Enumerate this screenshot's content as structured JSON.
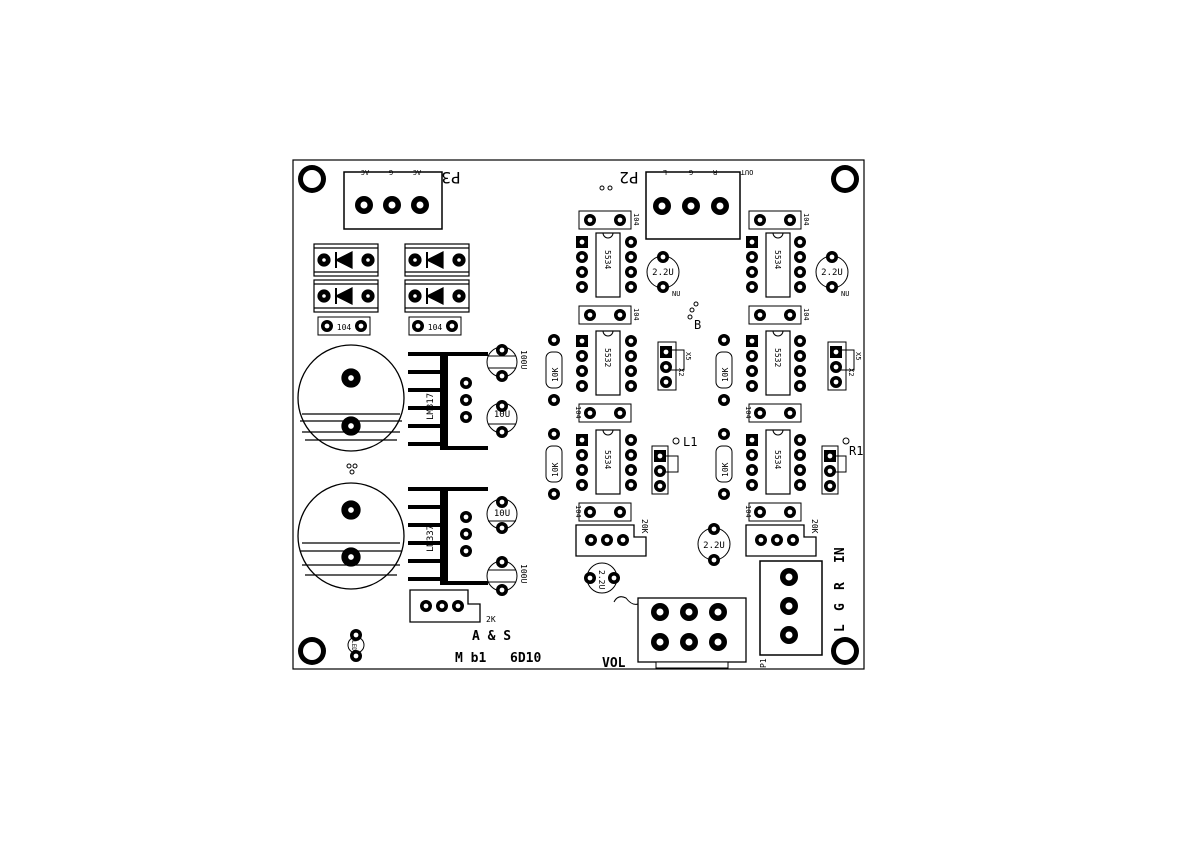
{
  "board": {
    "connectors": {
      "p3": {
        "label": "P3",
        "pins": [
          "AC",
          "G",
          "AC"
        ]
      },
      "p2": {
        "label": "P2",
        "pins": [
          "OUT",
          "R",
          "G",
          "L"
        ]
      },
      "p1": {
        "label": "P1",
        "pins": [
          "L",
          "G",
          "R",
          "IN"
        ]
      }
    },
    "regulators": [
      "LM317",
      "LM337"
    ],
    "opamps": [
      "5534",
      "5532",
      "5534",
      "5534",
      "5532",
      "5534"
    ],
    "resistors": [
      "10K",
      "10K",
      "10K",
      "10K"
    ],
    "trimmers": [
      "20K",
      "20K",
      "2K"
    ],
    "caps_100u": [
      "100U",
      "100U"
    ],
    "caps_10u": [
      "10U",
      "10U"
    ],
    "caps_2u2": [
      "2.2U",
      "2.2U",
      "2.2U"
    ],
    "caps_2u2_np_suffix": "NU",
    "caps_104": [
      "104",
      "104",
      "104",
      "104",
      "104",
      "104",
      "104",
      "104",
      "104",
      "104"
    ],
    "jumper_labels": [
      "X5",
      "X2"
    ],
    "markers": {
      "b": "B",
      "l1": "L1",
      "r1": "R1"
    },
    "led_label": "LED",
    "vol_label": "VOL",
    "brand": "A & S",
    "model": "M b1",
    "code": "6D10"
  }
}
